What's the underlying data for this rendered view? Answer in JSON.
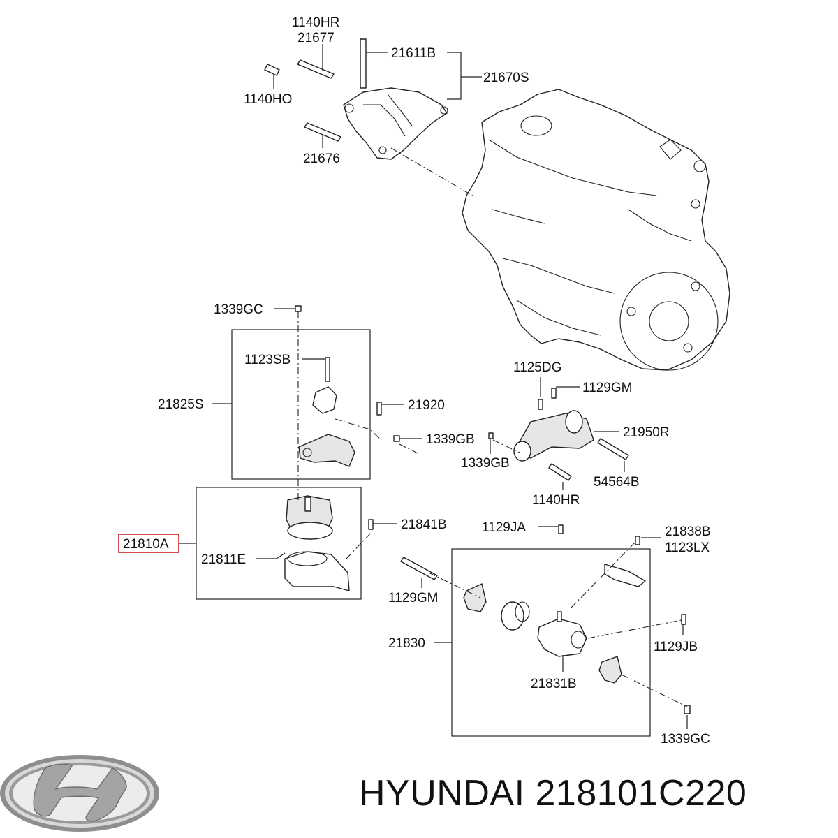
{
  "labels": {
    "l1140HR_top": "1140HR",
    "l21677": "21677",
    "l21611B": "21611B",
    "l21670S": "21670S",
    "l1140HO": "1140HO",
    "l21676": "21676",
    "l1339GC_top": "1339GC",
    "l1123SB": "1123SB",
    "l21825S": "21825S",
    "l21920": "21920",
    "l1339GB_a": "1339GB",
    "l1125DG": "1125DG",
    "l1129GM_a": "1129GM",
    "l21950R": "21950R",
    "l1339GB_b": "1339GB",
    "l54564B": "54564B",
    "l1140HR_b": "1140HR",
    "l21841B": "21841B",
    "l1129JA": "1129JA",
    "l21838B": "21838B",
    "l1123LX": "1123LX",
    "l21810A": "21810A",
    "l21811E": "21811E",
    "l1129GM_b": "1129GM",
    "l21830": "21830",
    "l1129JB": "1129JB",
    "l21831B": "21831B",
    "l1339GC_b": "1339GC"
  },
  "highlighted_part": "21810A",
  "colors": {
    "highlight": "#cc2222",
    "line": "#222222",
    "logo": "#9a9a9a"
  },
  "footer": {
    "brand": "HYUNDAI",
    "part_number": "218101C220"
  },
  "logo": {
    "icon": "hyundai-logo-icon",
    "lettering": "H"
  }
}
